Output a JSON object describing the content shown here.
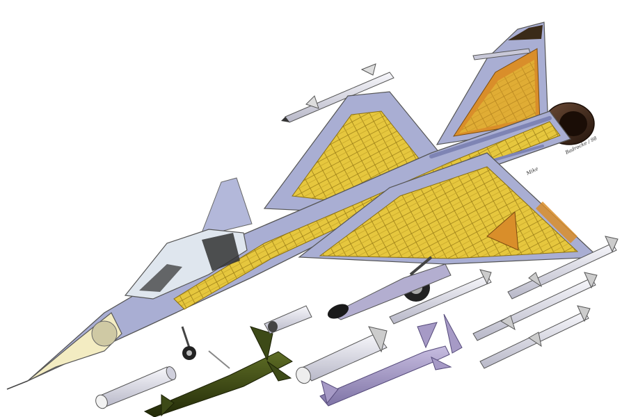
{
  "image": {
    "subject": "jet fighter cutaway illustration with stores",
    "colors": {
      "background": "#ffffff",
      "skin": "#a9aed3",
      "skin_dark": "#7e84b4",
      "structure": "#e3c43a",
      "structure_dark": "#a88d1c",
      "panel_orange": "#d98e2a",
      "canopy": "#dfe6ee",
      "radome": "#f3ecc2",
      "nozzle": "#3b2418",
      "missile": "#e8e8ee",
      "missile_dark": "#5a5a6a",
      "bomb_green": "#3d4a17",
      "bomb_lilac": "#a69ac6",
      "tank_black": "#1a1a1a"
    }
  },
  "signature": {
    "artist": "Mike",
    "mark": "Badrocke / 98"
  }
}
